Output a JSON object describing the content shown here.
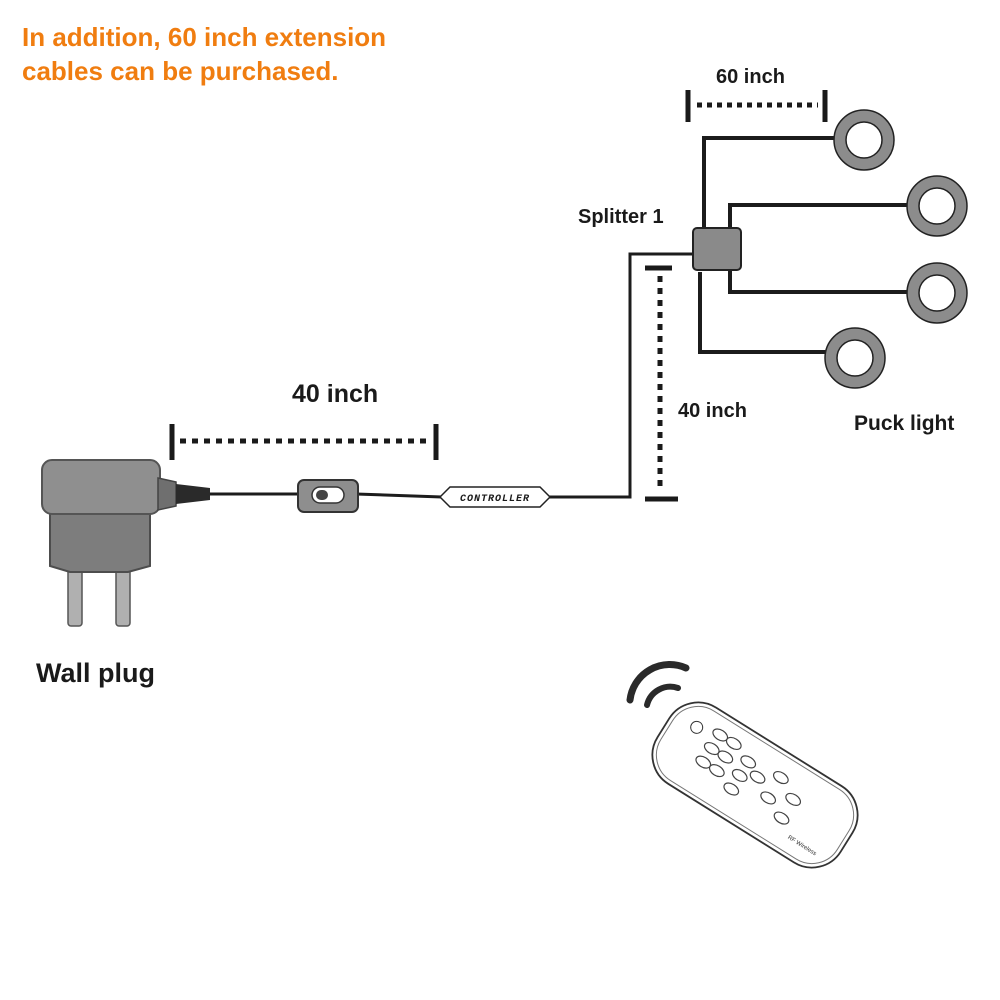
{
  "note": {
    "line1": "In addition, 60 inch extension",
    "line2": "cables can be purchased."
  },
  "labels": {
    "cable_top": "60 inch",
    "splitter": "Splitter 1",
    "cable_horizontal": "40 inch",
    "cable_vertical": "40 inch",
    "puck_light": "Puck light",
    "wall_plug": "Wall plug",
    "controller": "CONTROLLER",
    "remote_footer": "RF Wireless"
  },
  "colors": {
    "note_text": "#f07d10",
    "label_text": "#1a1a1a",
    "cable": "#1c1c1c",
    "device_grey": "#8a8a8a",
    "puck_ring": "#8c8c8c"
  },
  "icons": [
    "wall-plug-adapter-icon",
    "inline-switch-icon",
    "controller-module-icon",
    "splitter-box-icon",
    "puck-light-icon",
    "rf-remote-icon",
    "wireless-signal-icon"
  ]
}
